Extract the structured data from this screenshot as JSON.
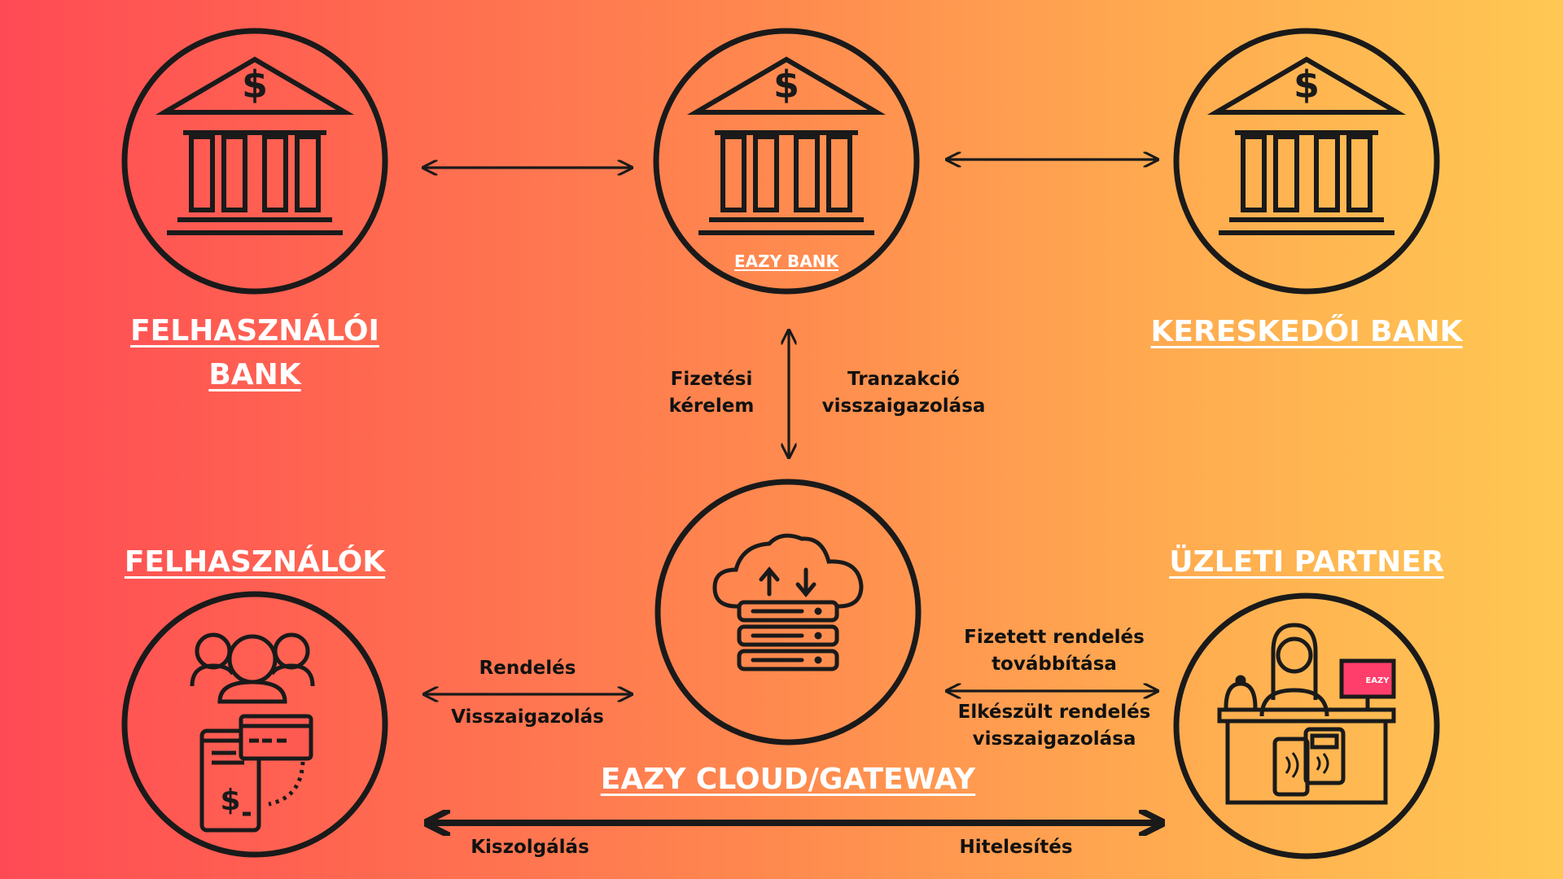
{
  "nodes": {
    "user_bank": {
      "title_line1": "FELHASZNÁLÓI",
      "title_line2": "BANK"
    },
    "eazy_bank": {
      "inner_label": "EAZY BANK"
    },
    "merchant_bank": {
      "title": "KERESKEDŐI BANK"
    },
    "users": {
      "title": "FELHASZNÁLÓK"
    },
    "gateway": {
      "title": "EAZY CLOUD/GATEWAY"
    },
    "business_partner": {
      "title": "ÜZLETI PARTNER",
      "screen_text": "EAZY"
    }
  },
  "edges": {
    "eazy_bank_gateway": {
      "left_label_line1": "Fizetési",
      "left_label_line2": "kérelem",
      "right_label_line1": "Tranzakció",
      "right_label_line2": "visszaigazolása"
    },
    "users_gateway": {
      "top_label": "Rendelés",
      "bottom_label": "Visszaigazolás"
    },
    "gateway_partner": {
      "top_label_line1": "Fizetett rendelés",
      "top_label_line2": "továbbítása",
      "bottom_label_line1": "Elkészült rendelés",
      "bottom_label_line2": "visszaigazolása"
    },
    "users_partner": {
      "left_label": "Kiszolgálás",
      "right_label": "Hitelesítés"
    }
  },
  "colors": {
    "gradient_left": "#ff4a55",
    "gradient_right": "#ffc853",
    "stroke": "#1a1a1a",
    "title_text": "#ffffff",
    "label_text": "#111111",
    "eazy_accent": "#ff3e6c"
  }
}
